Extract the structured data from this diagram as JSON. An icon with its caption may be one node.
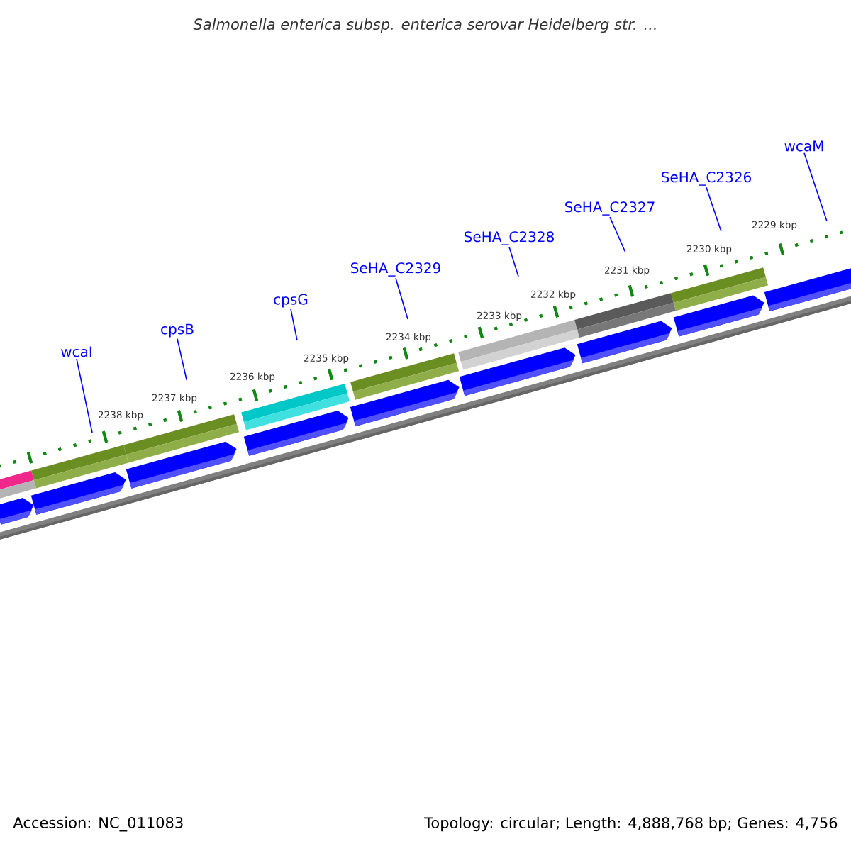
{
  "diagram": {
    "title": "Salmonella enterica subsp. enterica serovar Heidelberg str. ...",
    "nodes": [
      {
        "text": [
          "wcaI"
        ]
      },
      {
        "text": [
          "cpsB"
        ]
      },
      {
        "text": [
          "cpsG"
        ]
      },
      {
        "text": [
          "SeHA_C2329"
        ]
      },
      {
        "text": [
          "SeHA_C2328"
        ]
      },
      {
        "text": [
          "SeHA_C2327"
        ]
      },
      {
        "text": [
          "SeHA_C2326"
        ]
      },
      {
        "text": [
          "wcaM"
        ]
      }
    ],
    "edges": [
      {
        "from": 0,
        "to": null,
        "arrow": "none"
      },
      {
        "from": 1,
        "to": null,
        "arrow": "none"
      },
      {
        "from": 2,
        "to": null,
        "arrow": "none"
      },
      {
        "from": 3,
        "to": null,
        "arrow": "none"
      },
      {
        "from": 4,
        "to": null,
        "arrow": "none"
      },
      {
        "from": 5,
        "to": null,
        "arrow": "none"
      },
      {
        "from": 6,
        "to": null,
        "arrow": "none"
      },
      {
        "from": 7,
        "to": null,
        "arrow": "none"
      }
    ],
    "labels": [
      "2238 kbp",
      "2237 kbp",
      "2236 kbp",
      "2235 kbp",
      "2234 kbp",
      "2233 kbp",
      "2232 kbp",
      "2231 kbp",
      "2230 kbp",
      "2229 kbp",
      "Accession: NC_011083",
      "Topology: circular; Length: 4,888,768 bp; Genes: 4,756"
    ]
  }
}
